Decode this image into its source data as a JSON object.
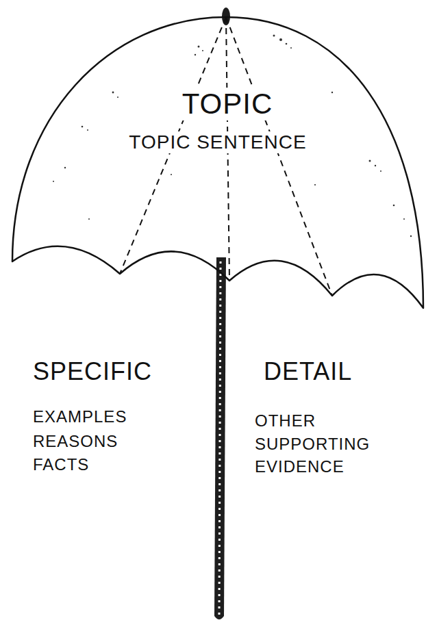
{
  "diagram": {
    "nodes": [
      {
        "text": [
          "TOPIC",
          "TOPIC SENTENCE"
        ]
      }
    ],
    "labels": [
      "SPECIFIC",
      "DETAIL",
      "EXAMPLES",
      "REASONS",
      "FACTS",
      "OTHER SUPPORTING EVIDENCE"
    ]
  }
}
